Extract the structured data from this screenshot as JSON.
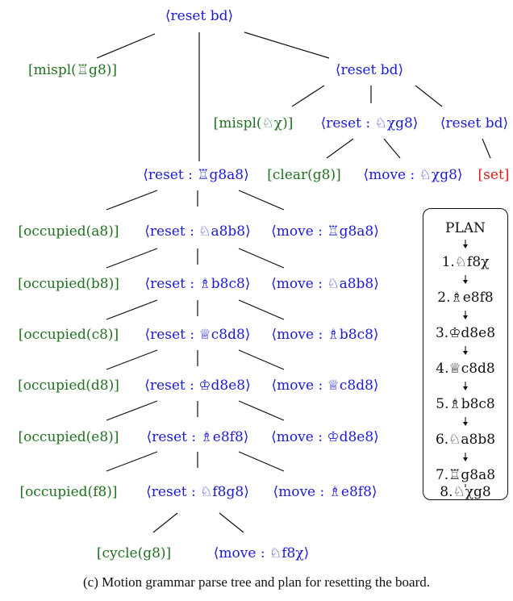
{
  "tree": {
    "root": "⟨reset bd⟩",
    "mispl_rook": "[mispl(♖g8)]",
    "reset_bd_2": "⟨reset bd⟩",
    "mispl_knight": "[mispl(♘χ)]",
    "reset_knight_g8": "⟨reset : ♘χg8⟩",
    "reset_bd_3": "⟨reset bd⟩",
    "clear_g8": "[clear(g8)]",
    "move_knight_g8": "⟨move : ♘χg8⟩",
    "set": "[set]",
    "reset_rook": "⟨reset : ♖g8a8⟩",
    "rows": [
      {
        "occupied": "[occupied(a8)]",
        "reset": "⟨reset : ♘a8b8⟩",
        "move": "⟨move : ♖g8a8⟩"
      },
      {
        "occupied": "[occupied(b8)]",
        "reset": "⟨reset : ♗b8c8⟩",
        "move": "⟨move : ♘a8b8⟩"
      },
      {
        "occupied": "[occupied(c8)]",
        "reset": "⟨reset : ♕c8d8⟩",
        "move": "⟨move : ♗b8c8⟩"
      },
      {
        "occupied": "[occupied(d8)]",
        "reset": "⟨reset : ♔d8e8⟩",
        "move": "⟨move : ♕c8d8⟩"
      },
      {
        "occupied": "[occupied(e8)]",
        "reset": "⟨reset : ♗e8f8⟩",
        "move": "⟨move : ♔d8e8⟩"
      },
      {
        "occupied": "[occupied(f8)]",
        "reset": "⟨reset : ♘f8g8⟩",
        "move": "⟨move : ♗e8f8⟩"
      }
    ],
    "cycle_g8": "[cycle(g8)]",
    "move_knight_f8": "⟨move : ♘f8χ⟩"
  },
  "plan": {
    "title": "PLAN",
    "steps": [
      "1.♘f8χ",
      "2.♗e8f8",
      "3.♔d8e8",
      "4.♕c8d8",
      "5.♗b8c8",
      "6.♘a8b8",
      "7.♖g8a8",
      "8.♘χg8"
    ]
  },
  "caption": "(c) Motion grammar parse tree and plan for resetting the board.",
  "colors": {
    "nonterminal": "#1a1ad6",
    "terminal": "#207020",
    "set": "#e01a1a"
  }
}
